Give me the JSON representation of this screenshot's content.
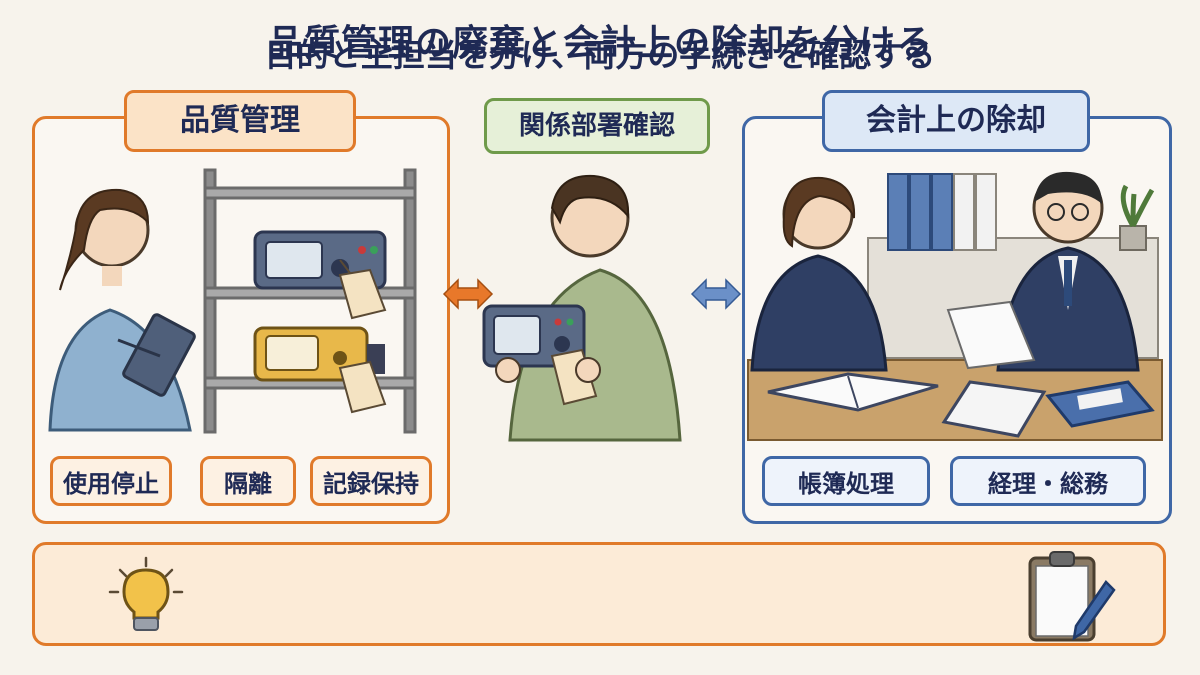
{
  "title": "品質管理の廃棄と会計上の除却を分ける",
  "left_panel": {
    "heading": "品質管理",
    "tags": [
      "使用停止",
      "隔離",
      "記録保持"
    ],
    "accent": "#e07a2a"
  },
  "middle": {
    "heading": "関係部署確認",
    "accent": "#6f9a4a"
  },
  "right_panel": {
    "heading": "会計上の除却",
    "tags": [
      "帳簿処理",
      "経理・総務"
    ],
    "accent": "#3f67a6"
  },
  "banner": {
    "text": "目的と主担当を分け、両方の手続きを確認する",
    "icons": [
      "lightbulb-icon",
      "clipboard-pen-icon"
    ]
  }
}
